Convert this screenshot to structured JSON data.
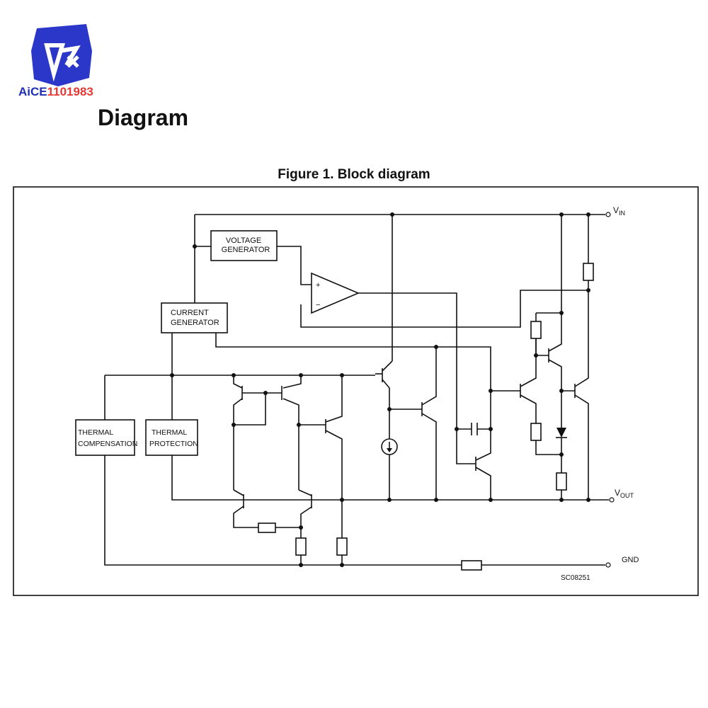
{
  "brand": {
    "name_part1": "AiCE",
    "name_part2": "1101983",
    "color_primary": "#1f2fb8",
    "color_secondary": "#e53935"
  },
  "page": {
    "heading": "Diagram"
  },
  "figure": {
    "caption": "Figure 1. Block diagram",
    "code": "SC08251",
    "blocks": {
      "voltage_generator": [
        "VOLTAGE",
        "GENERATOR"
      ],
      "current_generator": [
        "CURRENT",
        "GENERATOR"
      ],
      "thermal_compensation": [
        "THERMAL",
        "COMPENSATION"
      ],
      "thermal_protection": [
        "THERMAL",
        "PROTECTION"
      ]
    },
    "terminals": {
      "vin": {
        "main": "V",
        "sub": "IN"
      },
      "vout": {
        "main": "V",
        "sub": "OUT"
      },
      "gnd": "GND"
    },
    "opamp": {
      "plus": "+",
      "minus": "−"
    }
  }
}
